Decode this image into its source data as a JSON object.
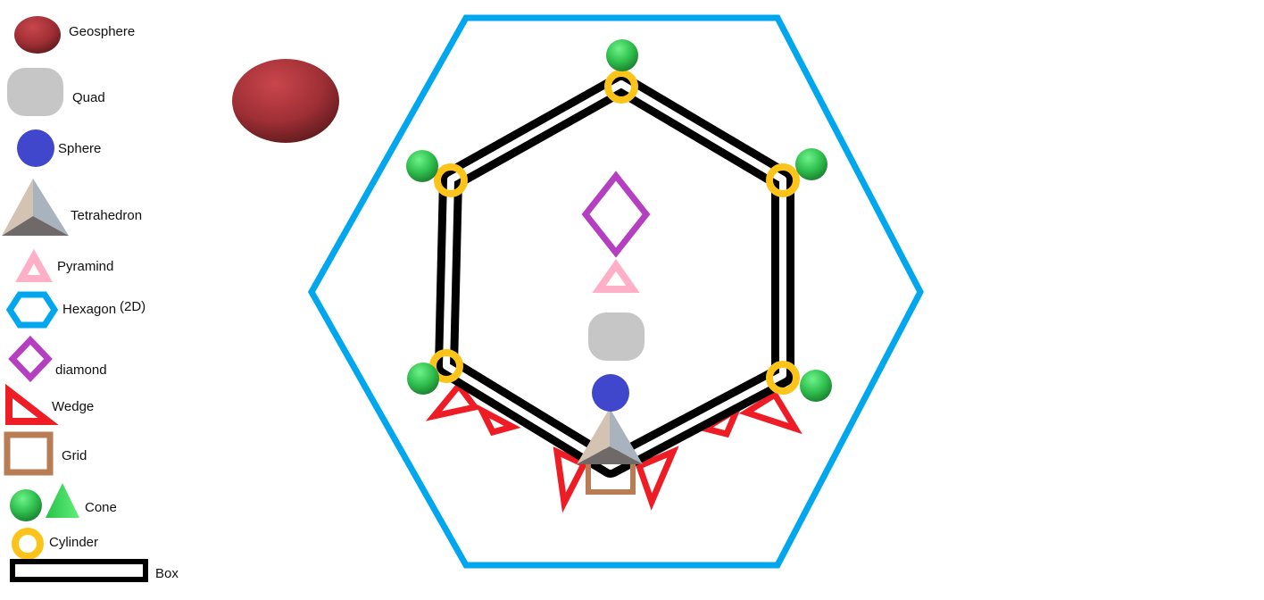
{
  "legend": {
    "geosphere": "Geosphere",
    "quad": "Quad",
    "sphere": "Sphere",
    "tetrahedron": "Tetrahedron",
    "pyramid": "Pyramind",
    "hexagon": "Hexagon",
    "hexagon_note": "(2D)",
    "diamond": "diamond",
    "wedge": "Wedge",
    "grid": "Grid",
    "cone": "Cone",
    "cylinder": "Cylinder",
    "box": "Box"
  },
  "colors": {
    "geosphere": "#a8343a",
    "quad": "#c6c6c6",
    "sphere": "#4047cc",
    "hexagon": "#00a7ee",
    "pyramid": "#ffb0c8",
    "diamond": "#b43fc0",
    "wedge": "#ee1c25",
    "grid": "#b87d55",
    "cone": "#33cc55",
    "cylinder": "#fcc419",
    "box": "#000000"
  }
}
